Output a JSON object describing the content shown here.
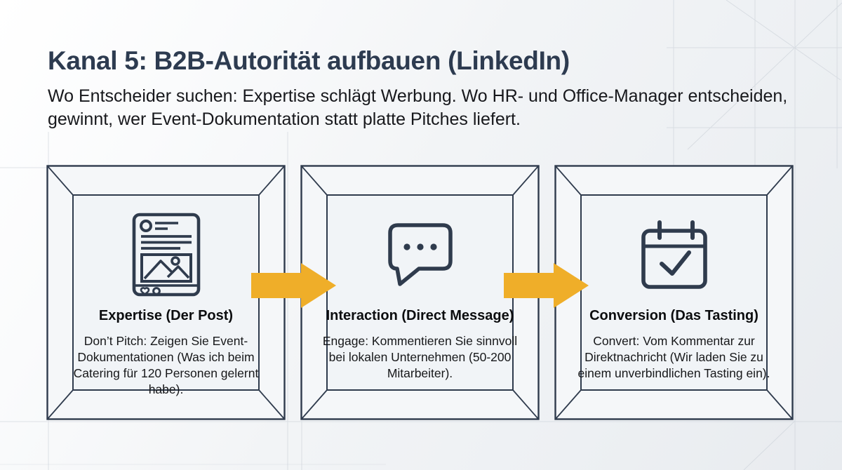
{
  "slide": {
    "title": "Kanal 5: B2B-Autorität aufbauen (LinkedIn)",
    "subtitle": "Wo Entscheider suchen: Expertise schlägt Werbung. Wo HR- und Office-Manager entscheiden, gewinnt, wer Event-Dokumentation statt platte Pitches liefert."
  },
  "colors": {
    "title_ink": "#2d3b50",
    "outline_ink": "#2f3b4d",
    "body_ink": "#17181a",
    "arrow_accent": "#efae29",
    "background": "#f0f2f5"
  },
  "steps": [
    {
      "icon": "social-post-icon",
      "title": "Expertise (Der Post)",
      "description": "Don’t Pitch: Zeigen Sie Event-Dokumentationen (Was ich beim Catering für 120 Personen gelernt habe)."
    },
    {
      "icon": "chat-bubble-icon",
      "title": "Interaction (Direct Message)",
      "description": "Engage: Kommentieren Sie sinnvoll bei lokalen Unternehmen (50-200 Mitarbeiter)."
    },
    {
      "icon": "calendar-check-icon",
      "title": "Conversion (Das Tasting)",
      "description": "Convert: Vom Kommentar zur Direktnachricht (Wir laden Sie zu einem unverbindlichen Tasting ein)."
    }
  ],
  "connectors": [
    {
      "icon": "arrow-right-icon"
    },
    {
      "icon": "arrow-right-icon"
    }
  ]
}
